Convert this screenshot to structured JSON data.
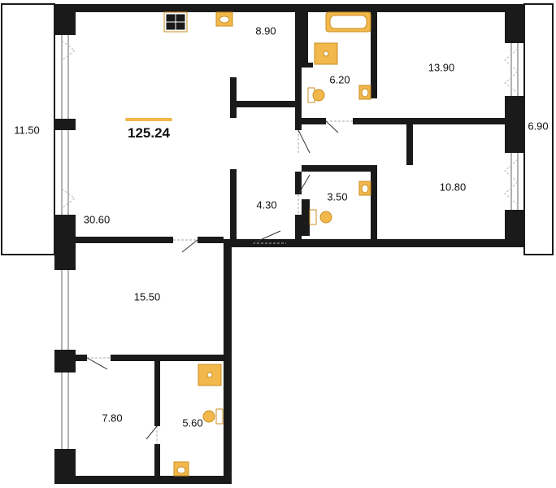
{
  "total_area": "125.24",
  "colors": {
    "wall": "#1a1a1a",
    "fixture": "#f2b84b",
    "fixture_stroke": "#c98e20",
    "accent": "#f2b84b",
    "glass": "#cccccc"
  },
  "rooms": {
    "kitchen": "8.90",
    "bathroom": "6.20",
    "bedroom_ne": "13.90",
    "balcony_west": "11.50",
    "balcony_east": "6.90",
    "living": "30.60",
    "hall": "4.30",
    "wc": "3.50",
    "bedroom_e": "10.80",
    "bedroom_w": "15.50",
    "bedroom_sw": "7.80",
    "bath_s": "5.60"
  }
}
